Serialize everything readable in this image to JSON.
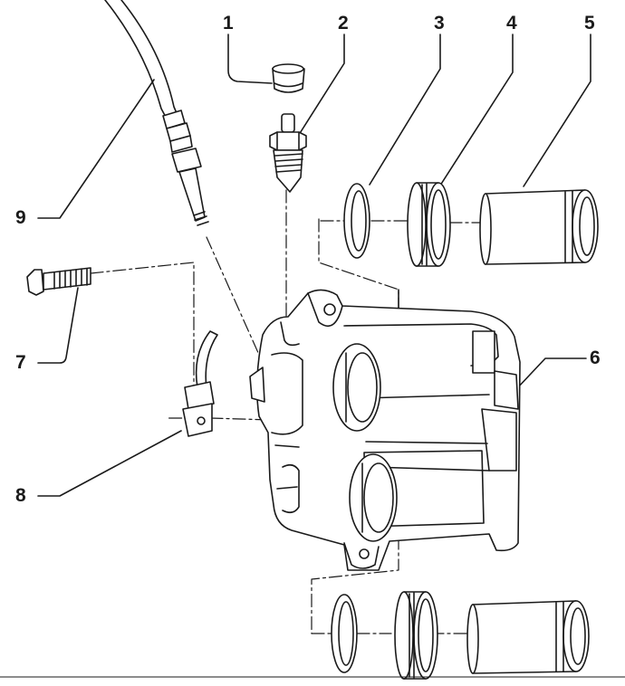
{
  "diagram": {
    "type": "exploded-view",
    "ink_color": "#1a1a1a",
    "background": "#ffffff",
    "callouts": [
      {
        "id": "c1",
        "label": "1"
      },
      {
        "id": "c2",
        "label": "2"
      },
      {
        "id": "c3",
        "label": "3"
      },
      {
        "id": "c4",
        "label": "4"
      },
      {
        "id": "c5",
        "label": "5"
      },
      {
        "id": "c6",
        "label": "6"
      },
      {
        "id": "c7",
        "label": "7"
      },
      {
        "id": "c8",
        "label": "8"
      },
      {
        "id": "c9",
        "label": "9"
      }
    ]
  }
}
